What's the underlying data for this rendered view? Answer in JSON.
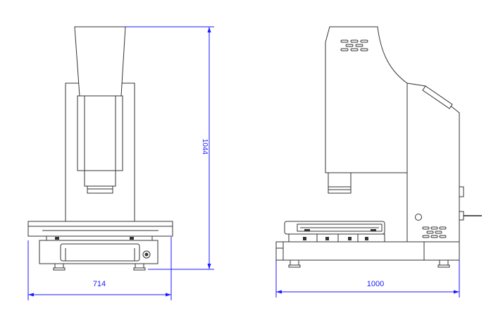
{
  "dimensions": {
    "front_width": "714",
    "front_height": "1044",
    "side_length": "1000"
  },
  "colors": {
    "dimension_line": "#1a1aff",
    "drawing_line": "#333333",
    "background": "#ffffff"
  }
}
